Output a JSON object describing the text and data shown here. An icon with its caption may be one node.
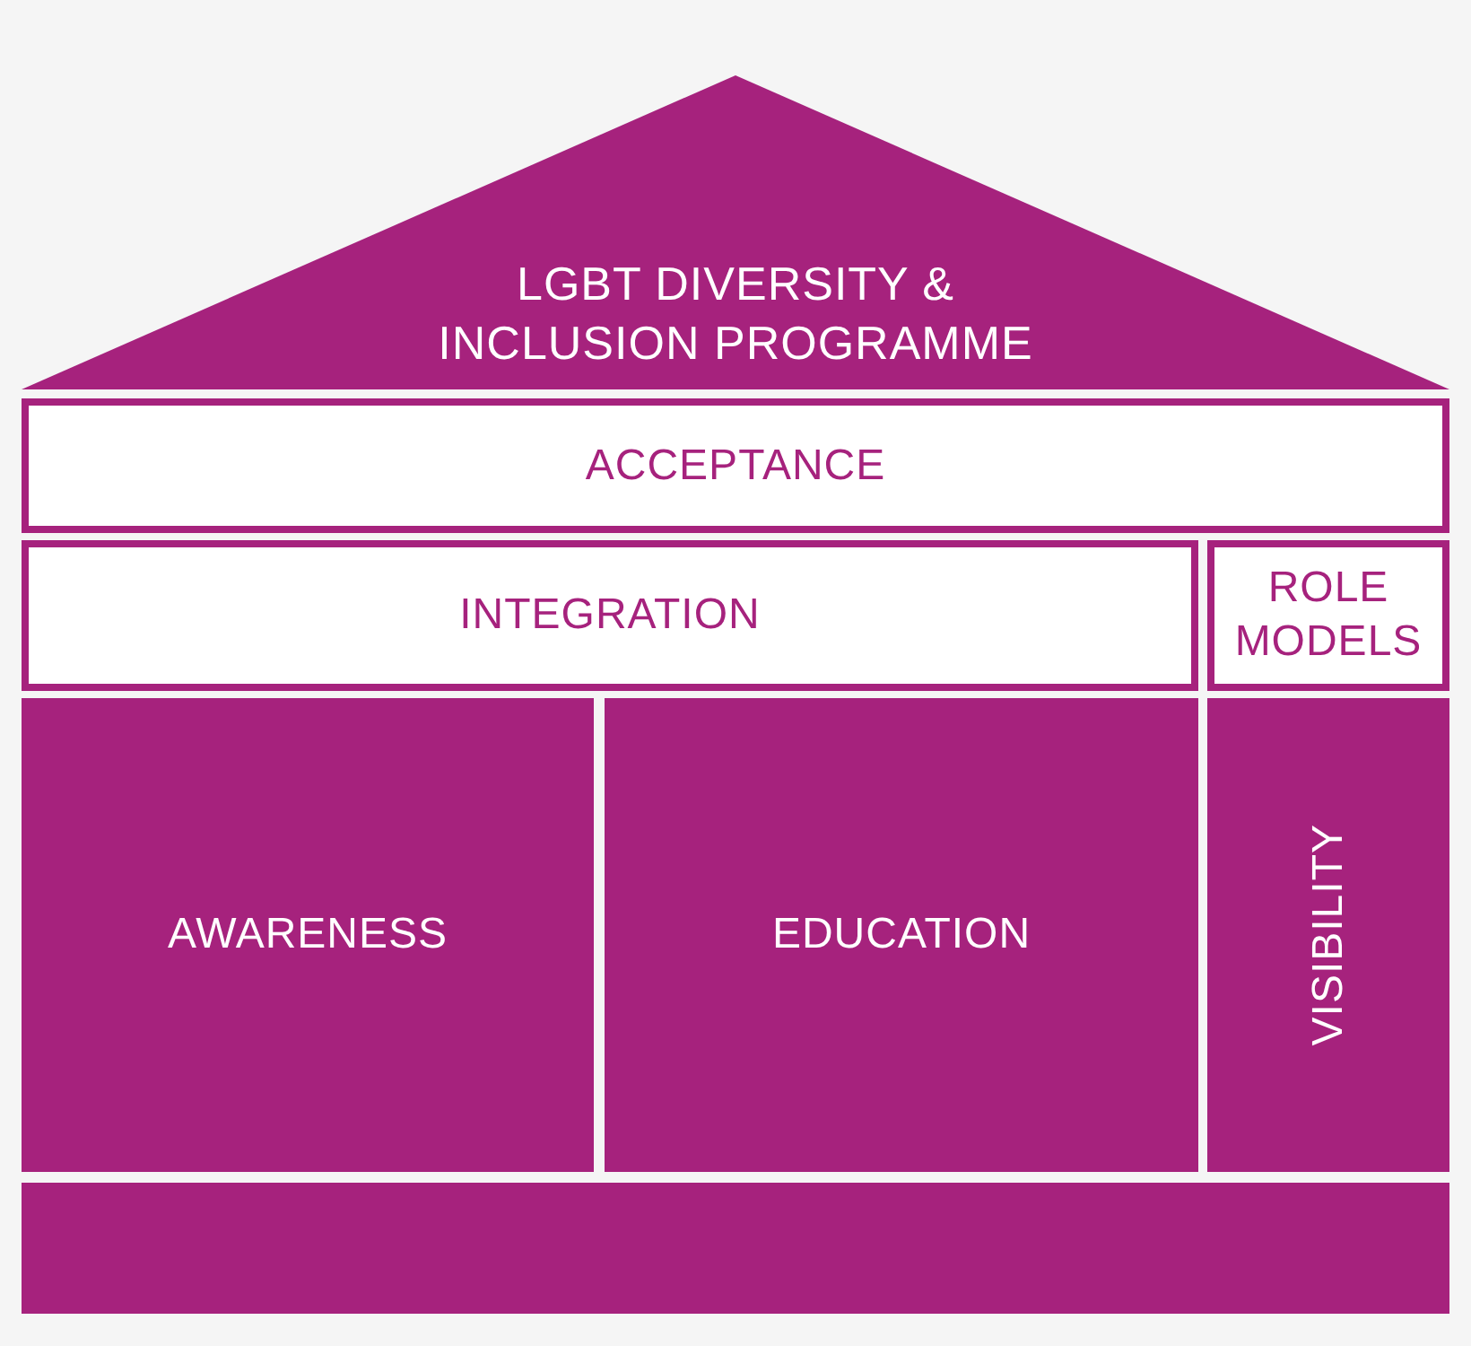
{
  "diagram": {
    "nodes": [
      {
        "text": [
          "LGBT DIVERSITY & INCLUSION PROGRAMME"
        ]
      },
      {
        "text": [
          "ACCEPTANCE"
        ]
      },
      {
        "text": [
          "INTEGRATION"
        ]
      },
      {
        "text": [
          "ROLE MODELS"
        ]
      },
      {
        "text": [
          "AWARENESS"
        ]
      },
      {
        "text": [
          "EDUCATION"
        ]
      },
      {
        "text": [
          "VISIBILITY"
        ]
      },
      {
        "text": [],
        "shape": "bar"
      }
    ]
  }
}
